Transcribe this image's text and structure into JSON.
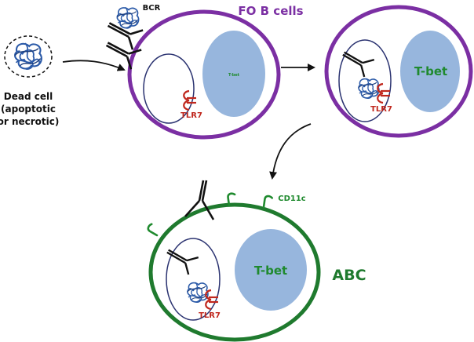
{
  "labels": {
    "dead_cell_line1": "Dead cell",
    "dead_cell_line2": "(apoptotic",
    "dead_cell_line3": "or necrotic)",
    "bcr": "BCR",
    "fo_b_cells": "FO B cells",
    "tbet_small": "T-bet",
    "tlr7_1": "TLR7",
    "tbet_2": "T-bet",
    "tlr7_2": "TLR7",
    "cd11c": "CD11c",
    "tbet_3": "T-bet",
    "tlr7_3": "TLR7",
    "abc": "ABC"
  },
  "colors": {
    "fo_membrane": "#7b2fa3",
    "abc_membrane": "#1f7a2e",
    "nucleus_fill": "#97b6dd",
    "endosome_stroke": "#2a3270",
    "tlr7": "#c0271d",
    "tbet_text": "#1f8a2e",
    "antigen": "#2b5aa8",
    "bcr": "#111111",
    "cd11c": "#1f8a2e"
  },
  "icons": [
    "antigen-cluster-icon",
    "bcr-antibody-icon",
    "tlr7-receptor-icon",
    "cd11c-receptor-icon",
    "arrow-icon"
  ]
}
